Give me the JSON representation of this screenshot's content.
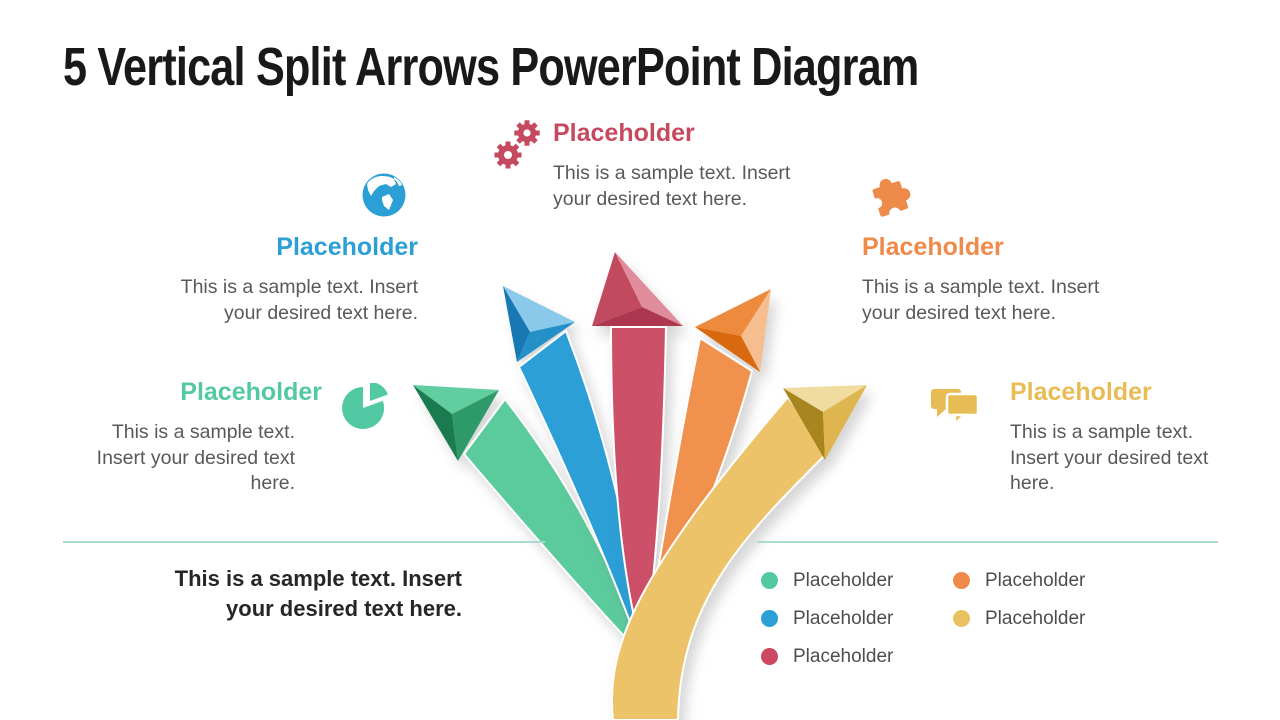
{
  "slide": {
    "title": "5 Vertical Split Arrows PowerPoint Diagram"
  },
  "sections": {
    "top_left": {
      "heading": "Placeholder",
      "body": "This is a sample text. Insert your desired text here.",
      "accent": "#2B9FD6",
      "icon": "globe-icon"
    },
    "top_center": {
      "heading": "Placeholder",
      "body": "This is a sample text. Insert your desired text here.",
      "accent": "#C5495F",
      "icon": "gears-icon"
    },
    "top_right": {
      "heading": "Placeholder",
      "body": "This is a sample text. Insert your desired text here.",
      "accent": "#EE8A4A",
      "icon": "puzzle-icon"
    },
    "mid_left": {
      "heading": "Placeholder",
      "body": "This is a sample text. Insert your desired text here.",
      "accent": "#52C9A2",
      "icon": "pie-chart-icon"
    },
    "mid_right": {
      "heading": "Placeholder",
      "body": "This is a sample text. Insert your desired text here.",
      "accent": "#E8BC55",
      "icon": "chat-icon"
    }
  },
  "footer_note": {
    "line1": "This is a sample text. Insert",
    "line2": "your desired text here."
  },
  "legend": {
    "items": [
      {
        "label": "Placeholder",
        "color": "#53C9A0"
      },
      {
        "label": "Placeholder",
        "color": "#2C9FD6"
      },
      {
        "label": "Placeholder",
        "color": "#CC4761"
      },
      {
        "label": "Placeholder",
        "color": "#EE8A4A"
      },
      {
        "label": "Placeholder",
        "color": "#EAC161"
      }
    ]
  },
  "arrows": {
    "green": "#5BCB9D",
    "blue": "#2B9FD6",
    "crimson": "#CC5068",
    "orange": "#F0924E",
    "gold": "#ECC369"
  }
}
